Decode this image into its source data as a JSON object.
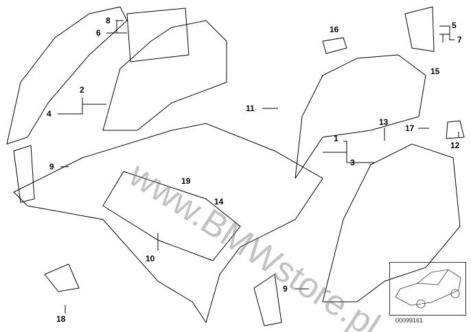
{
  "diagram": {
    "watermark": "www.BMWstore.pl",
    "image_code": "00099161",
    "labels": [
      {
        "id": "2",
        "text": "2"
      },
      {
        "id": "4",
        "text": "4"
      },
      {
        "id": "9a",
        "text": "9"
      },
      {
        "id": "8",
        "text": "8"
      },
      {
        "id": "6",
        "text": "6"
      },
      {
        "id": "16",
        "text": "16"
      },
      {
        "id": "5",
        "text": "5"
      },
      {
        "id": "7",
        "text": "7"
      },
      {
        "id": "15",
        "text": "15"
      },
      {
        "id": "11",
        "text": "11"
      },
      {
        "id": "13",
        "text": "13"
      },
      {
        "id": "1",
        "text": "1"
      },
      {
        "id": "3",
        "text": "3"
      },
      {
        "id": "17",
        "text": "17"
      },
      {
        "id": "12",
        "text": "12"
      },
      {
        "id": "19",
        "text": "19"
      },
      {
        "id": "14",
        "text": "14"
      },
      {
        "id": "10",
        "text": "10"
      },
      {
        "id": "9b",
        "text": "9"
      },
      {
        "id": "18",
        "text": "18"
      }
    ]
  }
}
